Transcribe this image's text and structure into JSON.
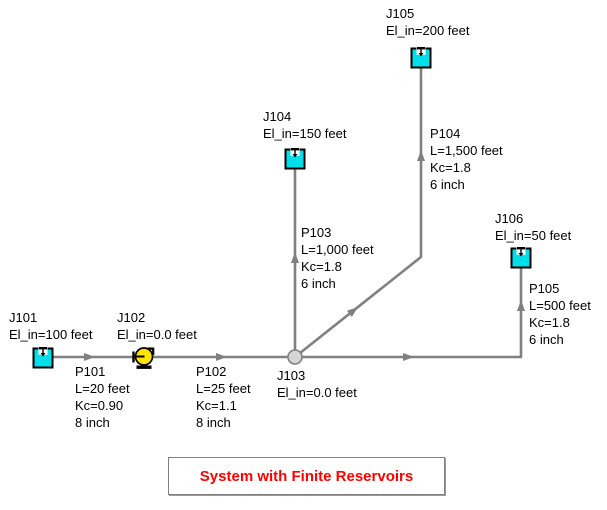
{
  "title": {
    "text": "System with Finite Reservoirs",
    "color": "#FF0000"
  },
  "colors": {
    "pipe": "#808080",
    "reservoir_fill": "#00DFEA",
    "pump_fill": "#FFE400",
    "junction_fill": "#D6D6D6",
    "label_text": "#000000"
  },
  "nodes": [
    {
      "id": "J101",
      "type": "reservoir",
      "label_lines": [
        "J101",
        "El_in=100 feet"
      ]
    },
    {
      "id": "J102",
      "type": "pump",
      "label_lines": [
        "J102",
        "El_in=0.0 feet"
      ]
    },
    {
      "id": "J103",
      "type": "branch",
      "label_lines": [
        "J103",
        "El_in=0.0 feet"
      ]
    },
    {
      "id": "J104",
      "type": "reservoir",
      "label_lines": [
        "J104",
        "El_in=150 feet"
      ]
    },
    {
      "id": "J105",
      "type": "reservoir",
      "label_lines": [
        "J105",
        "El_in=200 feet"
      ]
    },
    {
      "id": "J106",
      "type": "reservoir",
      "label_lines": [
        "J106",
        "El_in=50 feet"
      ]
    }
  ],
  "pipes": [
    {
      "id": "P101",
      "label_lines": [
        "P101",
        "L=20 feet",
        "Kc=0.90",
        "8 inch"
      ]
    },
    {
      "id": "P102",
      "label_lines": [
        "P102",
        "L=25 feet",
        "Kc=1.1",
        "8 inch"
      ]
    },
    {
      "id": "P103",
      "label_lines": [
        "P103",
        "L=1,000 feet",
        "Kc=1.8",
        "6 inch"
      ]
    },
    {
      "id": "P104",
      "label_lines": [
        "P104",
        "L=1,500 feet",
        "Kc=1.8",
        "6 inch"
      ]
    },
    {
      "id": "P105",
      "label_lines": [
        "P105",
        "L=500 feet",
        "Kc=1.8",
        "6 inch"
      ]
    }
  ]
}
